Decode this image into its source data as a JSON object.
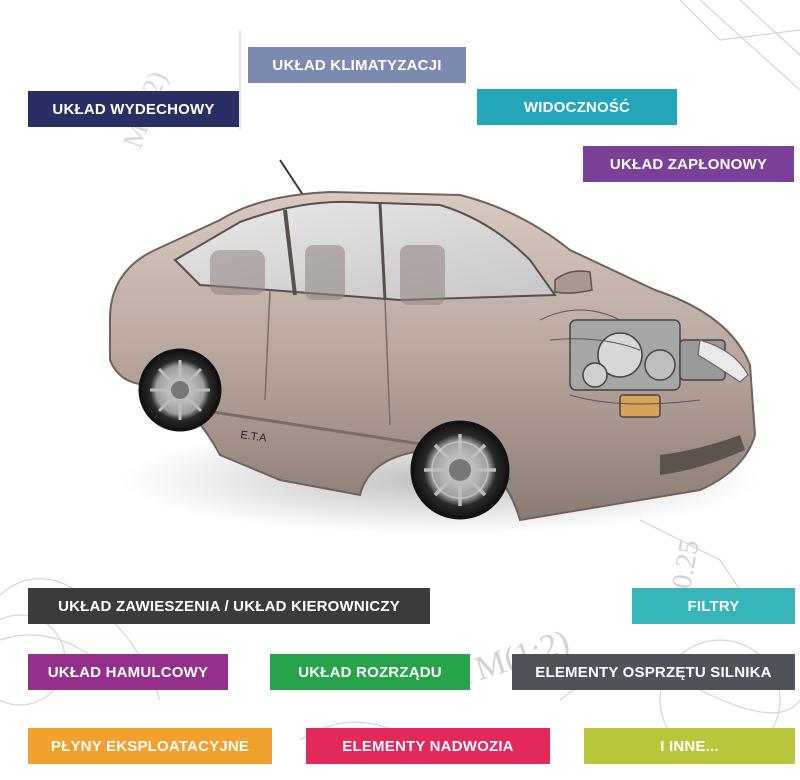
{
  "categories": {
    "climate": {
      "label": "UKŁAD KLIMATYZACJI",
      "color": "#7d8ab0"
    },
    "exhaust": {
      "label": "UKŁAD WYDECHOWY",
      "color": "#2b2e64"
    },
    "visibility": {
      "label": "WIDOCZNOŚĆ",
      "color": "#23a6b8"
    },
    "ignition": {
      "label": "UKŁAD ZAPŁONOWY",
      "color": "#7a3f96"
    },
    "suspension": {
      "label": "UKŁAD ZAWIESZENIA / UKŁAD KIEROWNICZY",
      "color": "#3b3b3b"
    },
    "filters": {
      "label": "FILTRY",
      "color": "#35b4b9"
    },
    "brakes": {
      "label": "UKŁAD HAMULCOWY",
      "color": "#94308b"
    },
    "timing": {
      "label": "UKŁAD ROZRZĄDU",
      "color": "#27a34a"
    },
    "engine_parts": {
      "label": "ELEMENTY OSPRZĘTU SILNIKA",
      "color": "#4e5359"
    },
    "fluids": {
      "label": "PŁYNY EKSPLOATACYJNE",
      "color": "#f2a12f"
    },
    "body_parts": {
      "label": "ELEMENTY NADWOZIA",
      "color": "#e3285a"
    },
    "other": {
      "label": "I INNE...",
      "color": "#b9c53a"
    }
  },
  "car_image": {
    "badge": "E.T.A",
    "background_text": [
      "A M(1:2)",
      "M(1:2)",
      "0.25"
    ]
  }
}
